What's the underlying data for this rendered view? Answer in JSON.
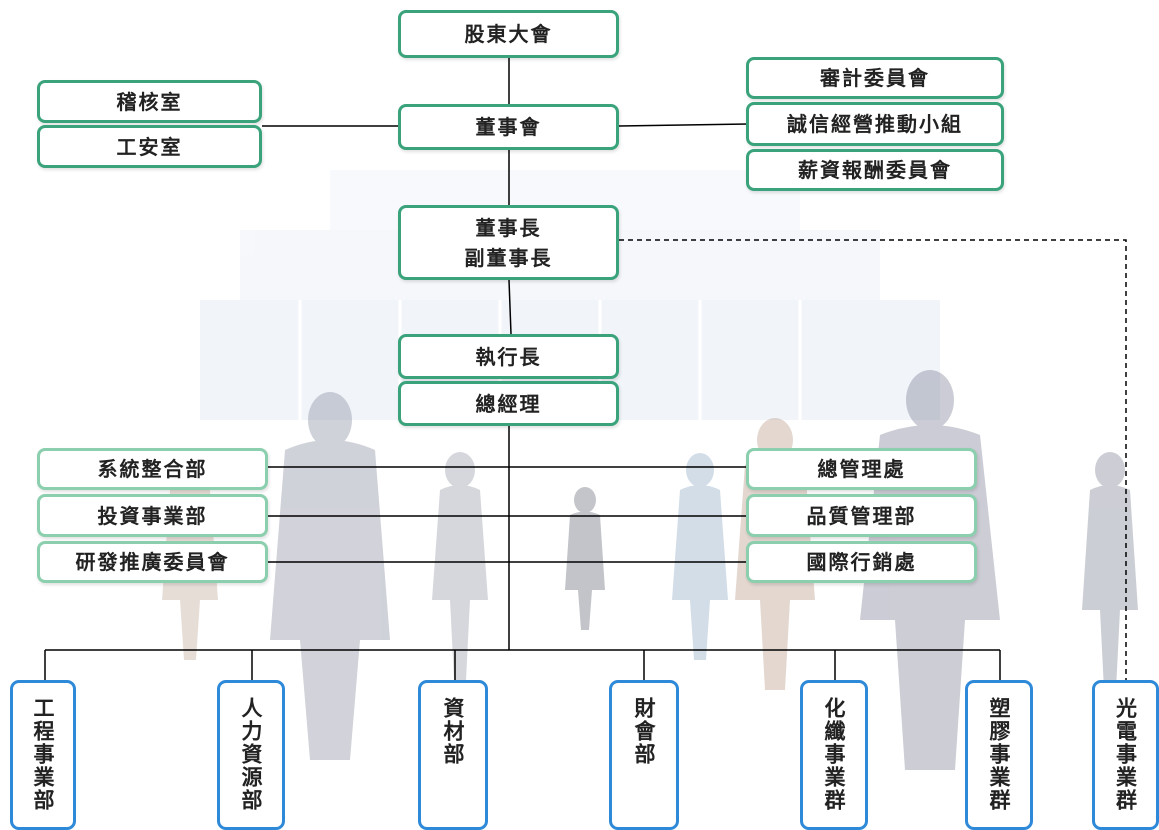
{
  "chart": {
    "top": "股東大會",
    "board": "董事會",
    "left_units": [
      "稽核室",
      "工安室"
    ],
    "right_committees": [
      "審計委員會",
      "誠信經營推動小組",
      "薪資報酬委員會"
    ],
    "chairman": [
      "董事長",
      "副董事長"
    ],
    "ceo": "執行長",
    "gm": "總經理",
    "left_depts": [
      "系統整合部",
      "投資事業部",
      "研發推廣委員會"
    ],
    "right_depts": [
      "總管理處",
      "品質管理部",
      "國際行銷處"
    ],
    "bottom": [
      "工程事業部",
      "人力資源部",
      "資材部",
      "財會部",
      "化纖事業群",
      "塑膠事業群",
      "光電事業群"
    ]
  },
  "colors": {
    "green_border": "#3aa37c",
    "light_green_border": "#8ccfae",
    "blue_border": "#2e8ad8",
    "line": "#000000"
  }
}
